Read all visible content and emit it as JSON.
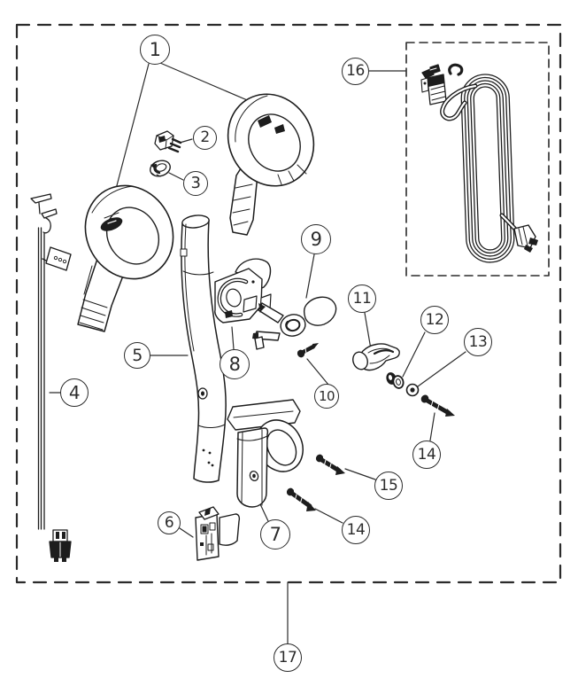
{
  "diagram": {
    "type": "exploded-parts-diagram",
    "colors": {
      "background": "#ffffff",
      "line": "#1d1d1d",
      "callout_line": "#2b2b2b"
    },
    "callouts": [
      {
        "label": "1"
      },
      {
        "label": "2"
      },
      {
        "label": "3"
      },
      {
        "label": "4"
      },
      {
        "label": "5"
      },
      {
        "label": "6"
      },
      {
        "label": "7"
      },
      {
        "label": "8"
      },
      {
        "label": "9"
      },
      {
        "label": "10"
      },
      {
        "label": "11"
      },
      {
        "label": "12"
      },
      {
        "label": "13"
      },
      {
        "label": "14"
      },
      {
        "label": "15"
      },
      {
        "label": "14"
      },
      {
        "label": "16"
      },
      {
        "label": "17"
      }
    ]
  }
}
